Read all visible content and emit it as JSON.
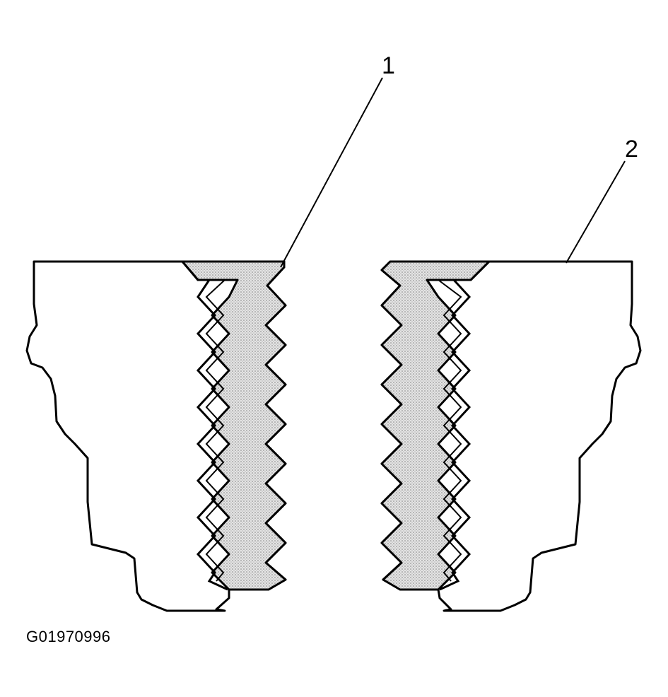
{
  "callouts": [
    {
      "label": "1",
      "target": "insert-thread-left"
    },
    {
      "label": "2",
      "target": "housing-top-edge-right"
    }
  ],
  "figure_id": "G01970996",
  "colors": {
    "line": "#000000",
    "insert_fill": "#d9d9d9",
    "background": "#ffffff"
  }
}
